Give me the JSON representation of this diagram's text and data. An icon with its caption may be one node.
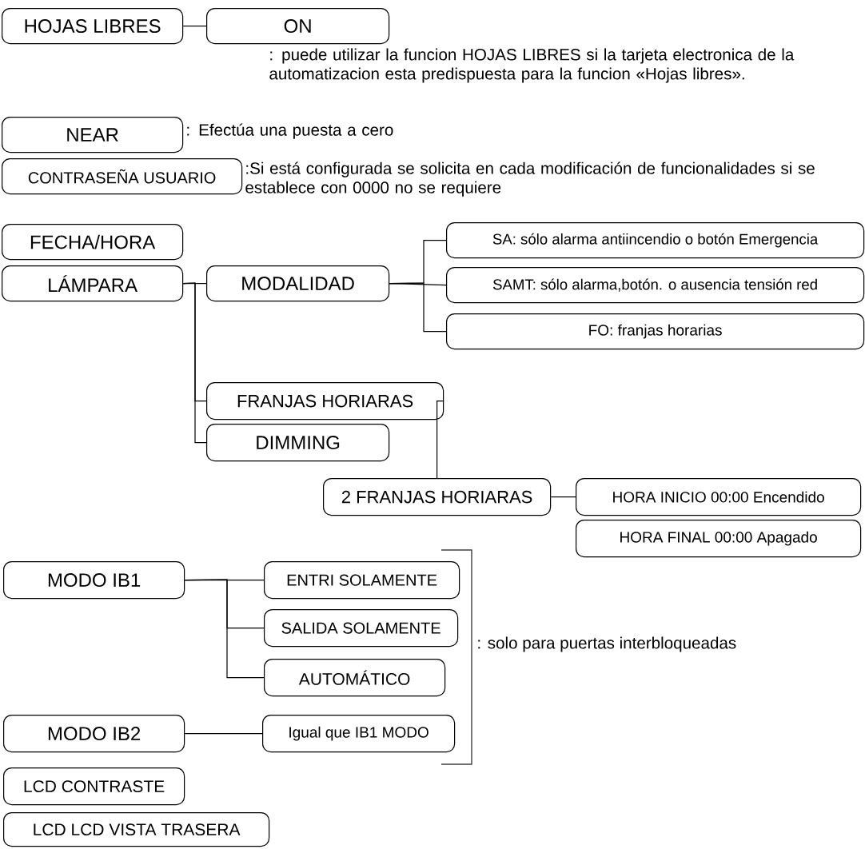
{
  "diagram": {
    "nodes": [
      {
        "text": [
          "HOJAS LIBRES"
        ]
      },
      {
        "text": [
          "ON"
        ],
        "beside": [
          ": puede utilizar la funcion HOJAS LIBRES si la tarjeta electronica de la automatizacion esta predispuesta para la funcion «Hojas libres»."
        ]
      },
      {
        "text": [
          "NEAR"
        ],
        "beside": [
          ": Efectúa una puesta a cero"
        ]
      },
      {
        "text": [
          "CONTRASEÑA USUARIO"
        ],
        "beside": [
          ":Si está configurada se solicita en cada modificación de funcionalidades si se establece con 0000 no se requiere"
        ]
      },
      {
        "text": [
          "FECHA/HORA"
        ]
      },
      {
        "text": [
          "LÁMPARA"
        ]
      },
      {
        "text": [
          "MODALIDAD"
        ]
      },
      {
        "text": [
          "SA: sólo alarma antiincendio o botón Emergencia"
        ]
      },
      {
        "text": [
          "SAMT: sólo alarma,botón. o ausencia tensión red"
        ]
      },
      {
        "text": [
          "FO: franjas horarias"
        ]
      },
      {
        "text": [
          "FRANJAS HORIARAS"
        ]
      },
      {
        "text": [
          "DIMMING"
        ]
      },
      {
        "text": [
          "2 FRANJAS HORIARAS"
        ]
      },
      {
        "text": [
          "HORA INICIO 00:00 Encendido"
        ]
      },
      {
        "text": [
          "HORA FINAL 00:00  Apagado"
        ]
      },
      {
        "text": [
          "MODO IB1"
        ]
      },
      {
        "text": [
          "ENTRI SOLAMENTE"
        ]
      },
      {
        "text": [
          "SALIDA SOLAMENTE"
        ]
      },
      {
        "text": [
          "AUTOMÁTICO"
        ]
      },
      {
        "text": [
          "MODO IB2"
        ]
      },
      {
        "text": [
          "Igual que IB1 MODO"
        ]
      },
      {
        "text": [
          "LCD CONTRASTE"
        ]
      },
      {
        "text": [
          "LCD LCD VISTA TRASERA"
        ]
      }
    ],
    "edges": [
      {
        "from": 0,
        "to": 1,
        "arrow": "none"
      },
      {
        "from": 5,
        "to": 6,
        "arrow": "none"
      },
      {
        "from": 5,
        "to": 10,
        "arrow": "none"
      },
      {
        "from": 5,
        "to": 11,
        "arrow": "none"
      },
      {
        "from": 6,
        "to": 7,
        "arrow": "none"
      },
      {
        "from": 6,
        "to": 8,
        "arrow": "none"
      },
      {
        "from": 6,
        "to": 9,
        "arrow": "none"
      },
      {
        "from": 10,
        "to": 12,
        "arrow": "none"
      },
      {
        "from": 12,
        "to": 13,
        "arrow": "none"
      },
      {
        "from": 15,
        "to": 16,
        "arrow": "none"
      },
      {
        "from": 15,
        "to": 17,
        "arrow": "none"
      },
      {
        "from": 15,
        "to": 18,
        "arrow": "none"
      },
      {
        "from": 19,
        "to": 20,
        "arrow": "none"
      }
    ],
    "labels": [
      ": solo para puertas interbloqueadas"
    ]
  }
}
